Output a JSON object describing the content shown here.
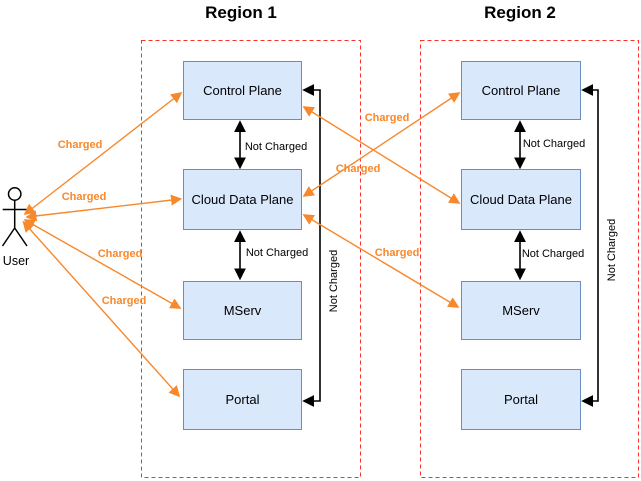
{
  "regions": [
    {
      "title": "Region 1",
      "nodes": [
        "Control Plane",
        "Cloud Data Plane",
        "MServ",
        "Portal"
      ]
    },
    {
      "title": "Region 2",
      "nodes": [
        "Control Plane",
        "Cloud Data Plane",
        "MServ",
        "Portal"
      ]
    }
  ],
  "actor": {
    "label": "User"
  },
  "labels": {
    "charged": "Charged",
    "not_charged": "Not Charged"
  },
  "colors": {
    "charged_orange": "#f7882c",
    "region_border_red": "#ff2f2f",
    "node_fill": "#dae8fc",
    "node_stroke": "#6c8ebf",
    "connector_black": "#000000"
  }
}
